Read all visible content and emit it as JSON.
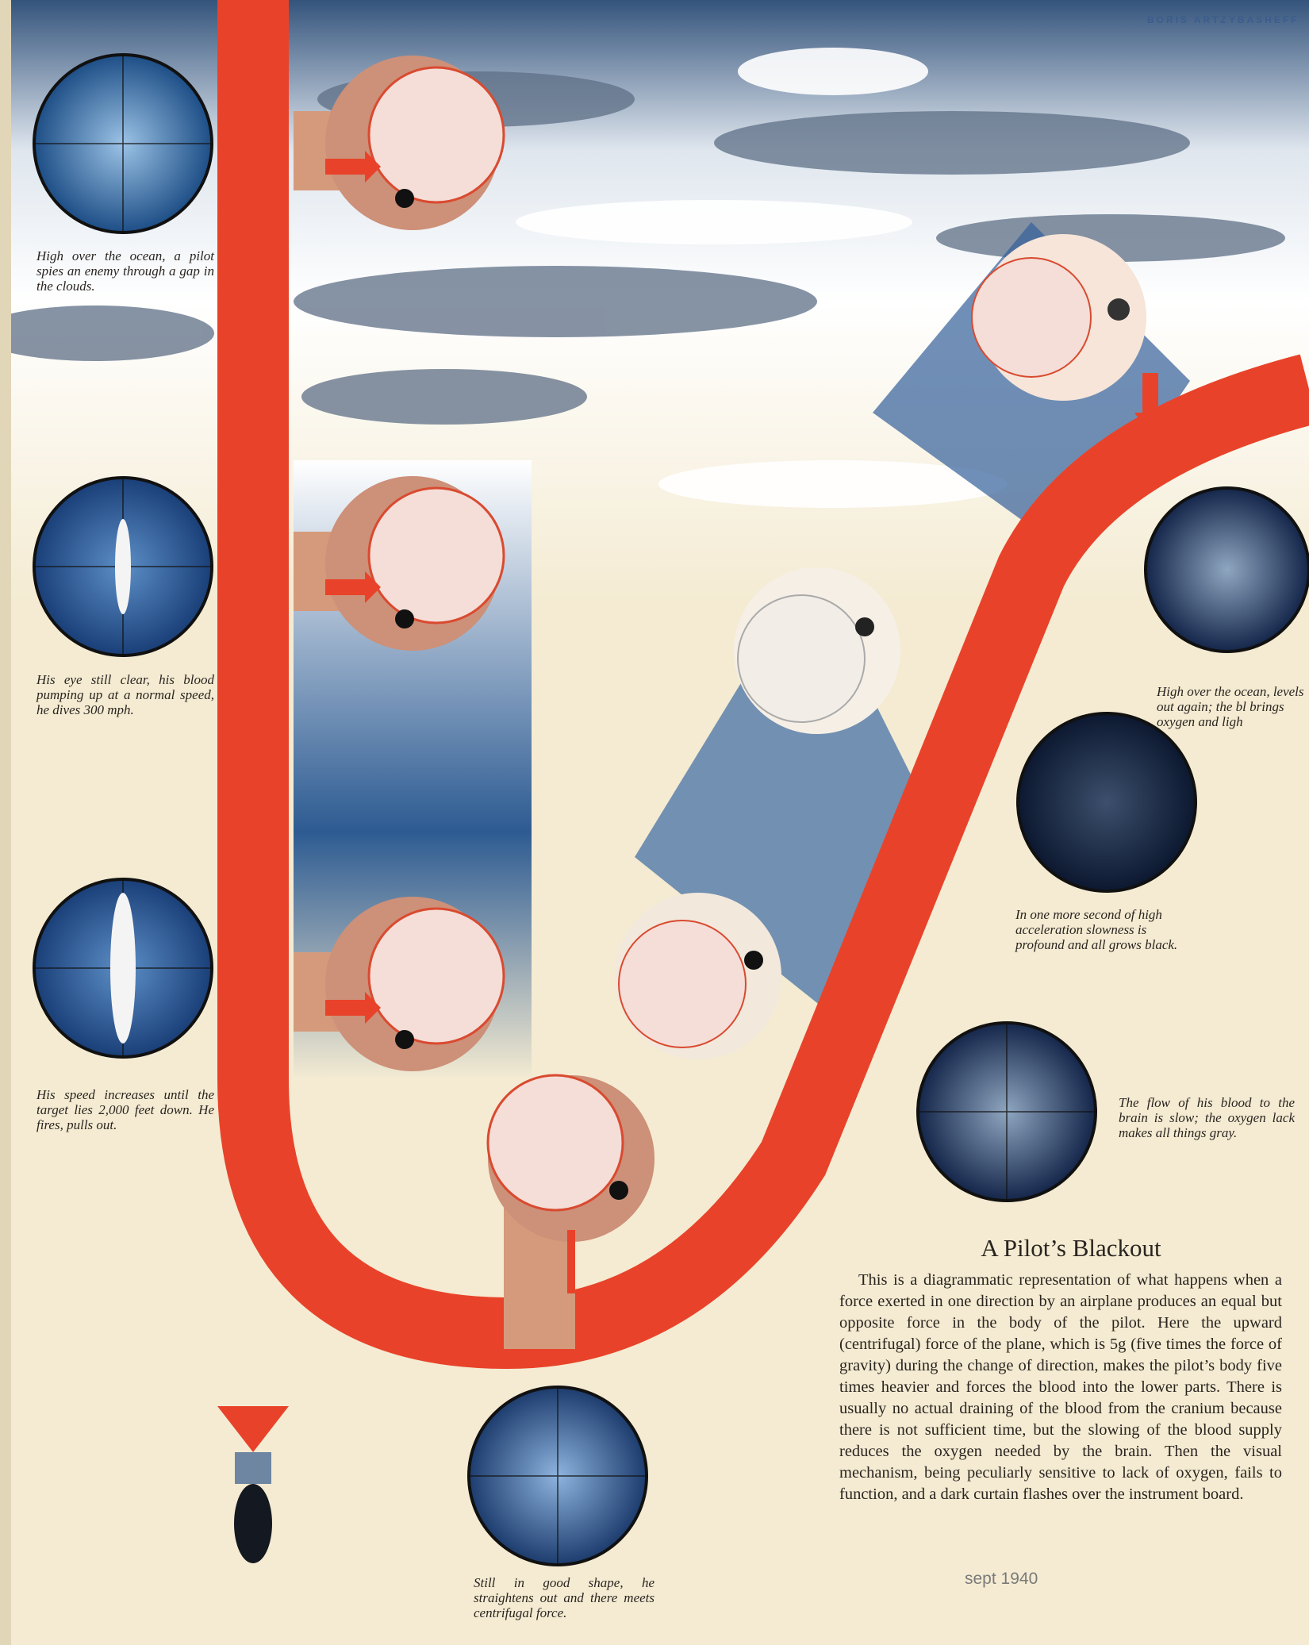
{
  "signature": "BORIS ARTZYBASHEFF",
  "captions": [
    "High over the ocean, a pilot spies an enemy through a gap in the clouds.",
    "His eye still clear, his blood pumping up at a normal speed, he dives 300 mph.",
    "His speed increases until the target lies 2,000 feet down. He fires, pulls out.",
    "Still in good shape, he straightens out and there meets centrifugal force.",
    "The flow of his blood to the brain is slow; the oxygen lack makes all things gray.",
    "In one more second of high acceleration slowness is profound and all grows black.",
    "High over the ocean, levels out again; the bl brings oxygen and ligh"
  ],
  "article": {
    "title": "A Pilot’s Blackout",
    "body": "This is a diagrammatic representation of what happens when a force exerted in one direction by an airplane produces an equal but opposite force in the body of the pilot. Here the upward (centrifugal) force of the plane, which is 5g (five times the force of gravity) during the change of direction, makes the pilot’s body five times heavier and forces the blood into the lower parts. There is usually no actual draining of the blood from the cranium because there is not sufficient time, but the slowing of the blood supply reduces the oxygen needed by the brain. Then the visual mechanism, being peculiarly sensitive to lack of oxygen, fails to function, and a dark curtain flashes over the instrument board."
  },
  "date_note": "sept 1940",
  "colors": {
    "paper": "#f4ebd2",
    "flight_path": "#e8432a",
    "sky": "#2c5a8e",
    "ink": "#2a2420"
  }
}
